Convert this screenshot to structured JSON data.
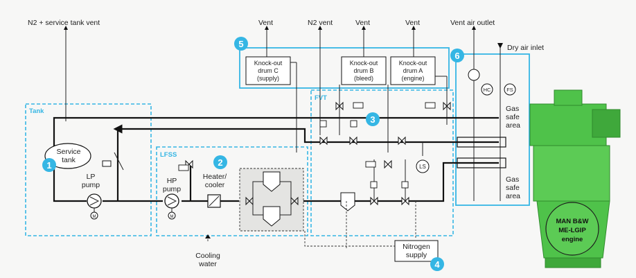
{
  "vents": {
    "n2_service": "N2 + service tank vent",
    "vent_c": "Vent",
    "n2_vent": "N2 vent",
    "vent_b": "Vent",
    "vent_a": "Vent",
    "vent_air_outlet": "Vent air outlet",
    "dry_air_inlet": "Dry air inlet"
  },
  "drums": {
    "c": {
      "line1": "Knock-out",
      "line2": "drum C",
      "line3": "(supply)"
    },
    "b": {
      "line1": "Knock-out",
      "line2": "drum B",
      "line3": "(bleed)"
    },
    "a": {
      "line1": "Knock-out",
      "line2": "drum A",
      "line3": "(engine)"
    }
  },
  "zones": {
    "tank": "Tank",
    "lfss": "LFSS",
    "fvt": "FVT"
  },
  "numbers": [
    "1",
    "2",
    "3",
    "4",
    "5",
    "6"
  ],
  "components": {
    "service_tank": {
      "line1": "Service",
      "line2": "tank"
    },
    "lp_pump": {
      "line1": "LP",
      "line2": "pump"
    },
    "hp_pump": {
      "line1": "HP",
      "line2": "pump"
    },
    "heater_cooler": {
      "line1": "Heater/",
      "line2": "cooler"
    },
    "motor": "M",
    "ls": "LS",
    "hc": "HC",
    "fs": "FS",
    "cooling_water": {
      "line1": "Cooling",
      "line2": "water"
    },
    "nitrogen_supply": {
      "line1": "Nitrogen",
      "line2": "supply"
    }
  },
  "gas_safe_top": {
    "line1": "Gas",
    "line2": "safe",
    "line3": "area"
  },
  "gas_safe_bottom": {
    "line1": "Gas",
    "line2": "safe",
    "line3": "area"
  },
  "engine": {
    "line1": "MAN B&W",
    "line2": "ME-LGIP",
    "line3": "engine"
  },
  "colors": {
    "accent": "#35b6e4",
    "engine_green": "#4fc24a",
    "pipe": "#111111"
  }
}
